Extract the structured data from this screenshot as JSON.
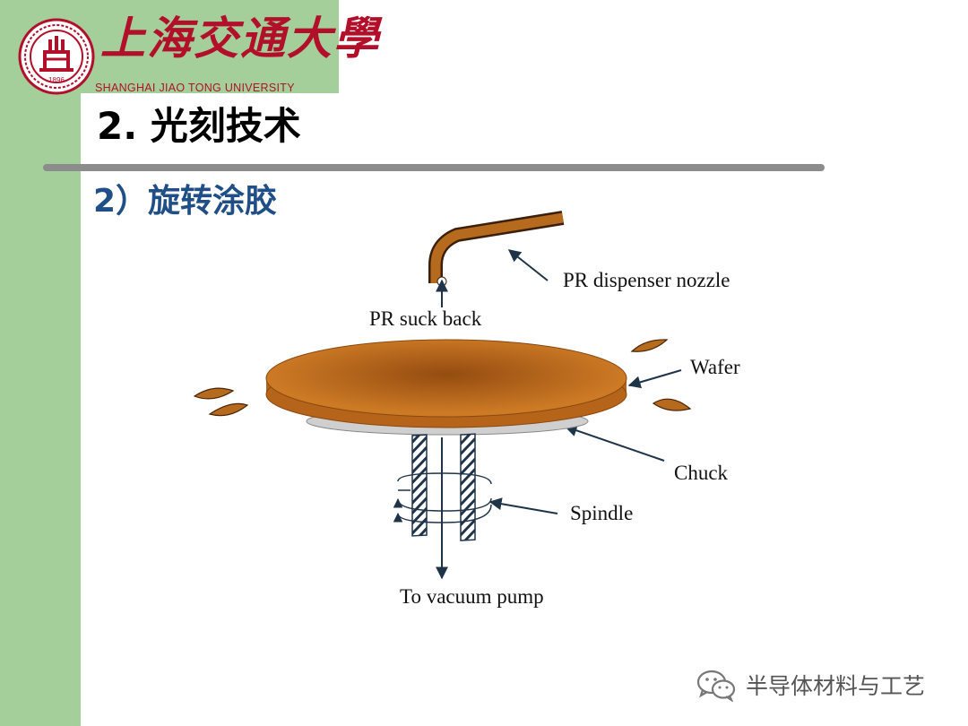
{
  "colors": {
    "band_green": "#a4cf9b",
    "brand_red": "#b2102a",
    "subtitle_blue": "#1f4f86",
    "wafer_orange": "#cd7a25",
    "wafer_dark": "#944c10",
    "chuck_gray": "#cfcfcf",
    "arrow_navy": "#1f3349"
  },
  "header": {
    "university_cn": "上海交通大學",
    "university_en": "SHANGHAI JIAO TONG UNIVERSITY",
    "logo_year": "1896"
  },
  "slide": {
    "title": "2. 光刻技术",
    "subtitle": "2）旋转涂胶"
  },
  "diagram": {
    "labels": {
      "nozzle": "PR dispenser nozzle",
      "suck_back": "PR suck back",
      "wafer": "Wafer",
      "chuck": "Chuck",
      "spindle": "Spindle",
      "vacuum": "To vacuum pump"
    }
  },
  "watermark": {
    "icon": "wechat-icon",
    "text": "半导体材料与工艺"
  }
}
